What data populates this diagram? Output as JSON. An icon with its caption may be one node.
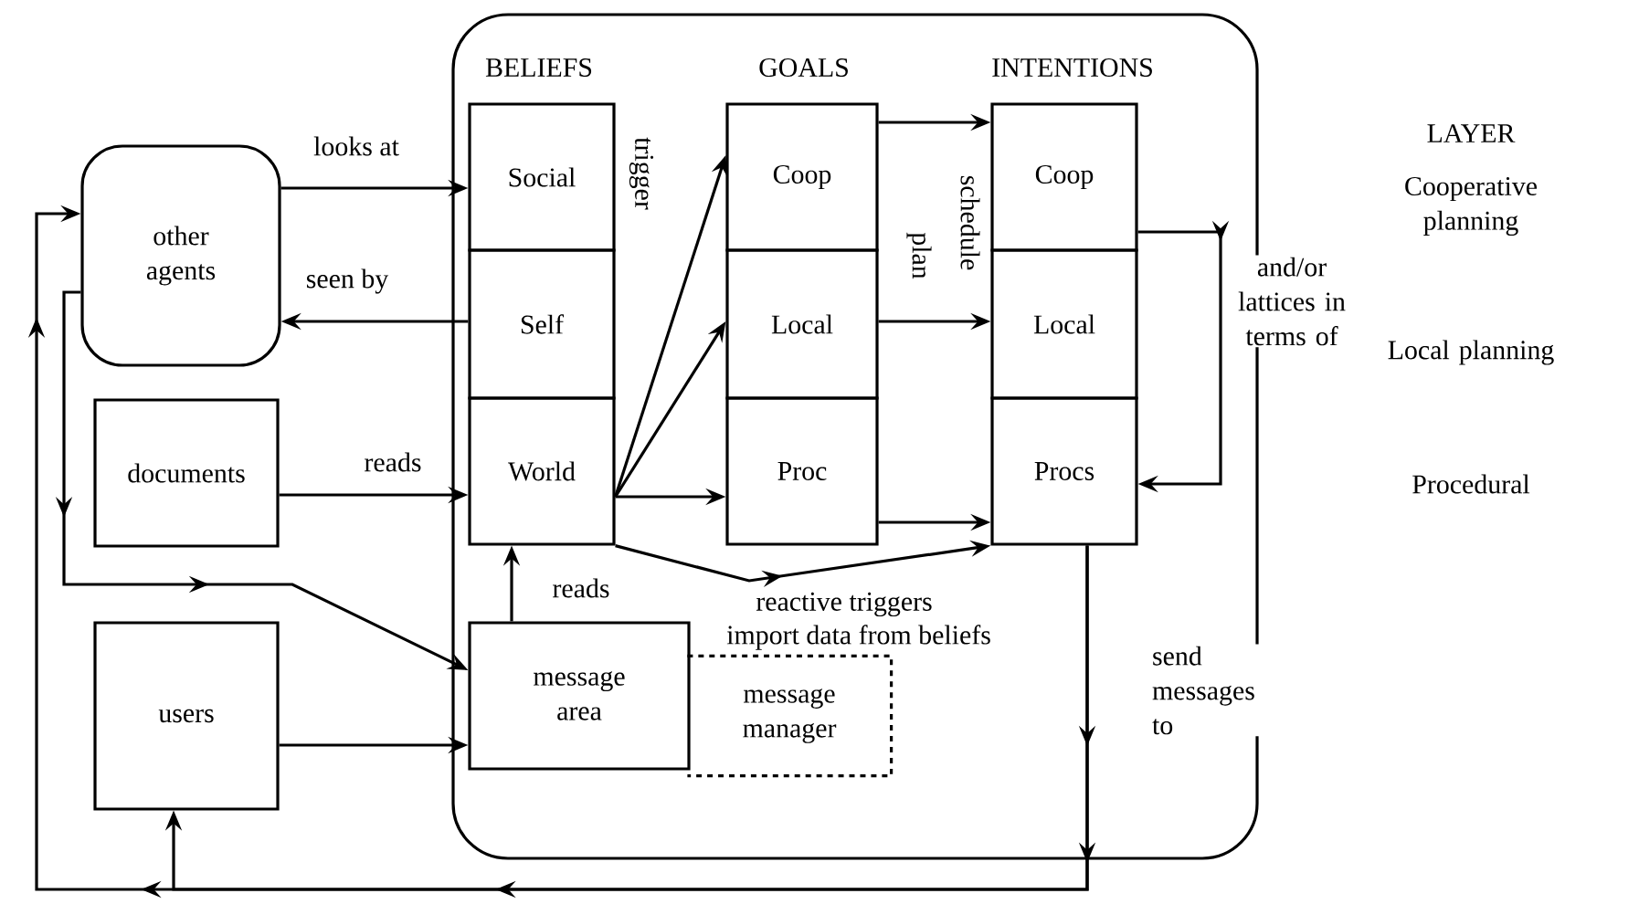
{
  "diagram": {
    "nodes": [
      {
        "text": [],
        "shape": "box"
      },
      {
        "text": [
          "other agents"
        ]
      },
      {
        "text": [
          "documents"
        ]
      },
      {
        "text": [
          "users"
        ]
      },
      {
        "text": [
          "Social"
        ],
        "in": 0
      },
      {
        "text": [
          "Self"
        ],
        "in": 0
      },
      {
        "text": [
          "World"
        ],
        "in": 0
      },
      {
        "text": [
          "Coop"
        ],
        "in": 0
      },
      {
        "text": [
          "Local"
        ],
        "in": 0
      },
      {
        "text": [
          "Proc"
        ],
        "in": 0
      },
      {
        "text": [
          "Coop"
        ],
        "in": 0
      },
      {
        "text": [
          "Local"
        ],
        "in": 0
      },
      {
        "text": [
          "Procs"
        ],
        "in": 0
      },
      {
        "text": [
          "message area"
        ],
        "in": 0
      },
      {
        "text": [
          "message manager"
        ],
        "in": 0
      }
    ],
    "edges": [
      {
        "from": 1,
        "to": 4,
        "arrow": "to",
        "label": "looks at"
      },
      {
        "from": 5,
        "to": 1,
        "arrow": "to",
        "label": "seen by"
      },
      {
        "from": 2,
        "to": 6,
        "arrow": "to",
        "label": "reads"
      },
      {
        "from": 6,
        "to": 7,
        "arrow": "to",
        "label": "trigger"
      },
      {
        "from": 6,
        "to": 8,
        "arrow": "to"
      },
      {
        "from": 6,
        "to": 9,
        "arrow": "to"
      },
      {
        "from": 7,
        "to": 10,
        "arrow": "to"
      },
      {
        "from": 8,
        "to": 11,
        "arrow": "to",
        "label": "plan"
      },
      {
        "from": 9,
        "to": 12,
        "arrow": "to"
      },
      {
        "from": 6,
        "to": 12,
        "arrow": "to"
      },
      {
        "from": 10,
        "to": 12,
        "arrow": "to",
        "label": "and/or lattices in terms of"
      },
      {
        "from": 13,
        "to": 6,
        "arrow": "to",
        "label": "reads"
      },
      {
        "from": 3,
        "to": 13,
        "arrow": "to"
      },
      {
        "from": 1,
        "to": 13,
        "arrow": "to"
      },
      {
        "from": 12,
        "to": 1,
        "arrow": "to",
        "label": "send messages to"
      },
      {
        "from": 12,
        "to": 3,
        "arrow": "to"
      }
    ],
    "labels": [
      "BELIEFS",
      "GOALS",
      "INTENTIONS",
      "LAYER",
      "schedule",
      "Cooperative planning",
      "Local planning",
      "Procedural",
      "reactive triggers",
      "import data from beliefs"
    ]
  }
}
